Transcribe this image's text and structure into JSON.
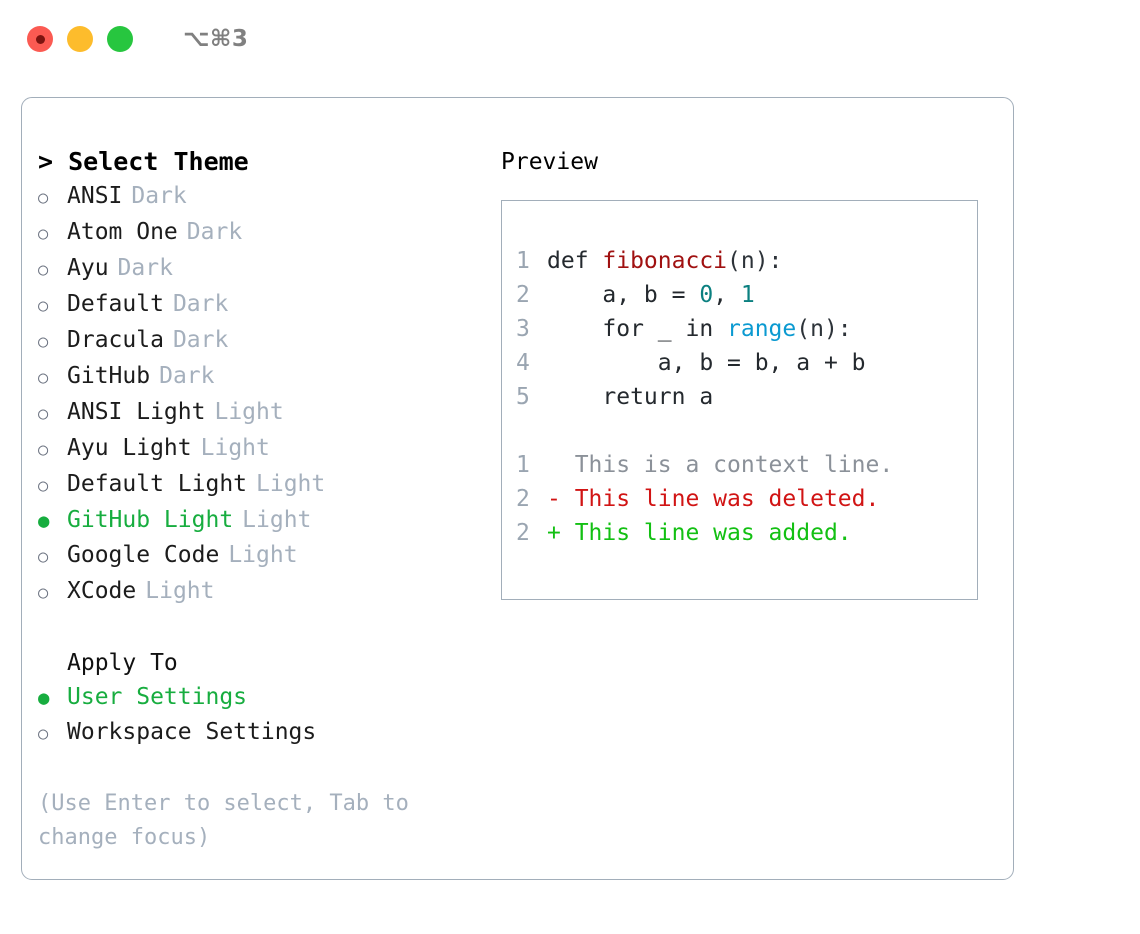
{
  "window": {
    "title": "⌥⌘3",
    "traffic_lights": [
      "close-red",
      "minimize-yellow",
      "maximize-green"
    ],
    "colors": {
      "red": "#fb5a52",
      "yellow": "#fdbc2c",
      "green": "#27c63f",
      "border": "#a2aeba",
      "accent_green": "#17ad3f",
      "muted": "#a5b0bd"
    }
  },
  "theme_picker": {
    "header": "> Select Theme",
    "marker_on": "●",
    "marker_off": "○",
    "items": [
      {
        "name": "ANSI",
        "category": "Dark",
        "selected": false
      },
      {
        "name": "Atom One",
        "category": "Dark",
        "selected": false
      },
      {
        "name": "Ayu",
        "category": "Dark",
        "selected": false
      },
      {
        "name": "Default",
        "category": "Dark",
        "selected": false
      },
      {
        "name": "Dracula",
        "category": "Dark",
        "selected": false
      },
      {
        "name": "GitHub",
        "category": "Dark",
        "selected": false
      },
      {
        "name": "ANSI Light",
        "category": "Light",
        "selected": false
      },
      {
        "name": "Ayu Light",
        "category": "Light",
        "selected": false
      },
      {
        "name": "Default Light",
        "category": "Light",
        "selected": false
      },
      {
        "name": "GitHub Light",
        "category": "Light",
        "selected": true
      },
      {
        "name": "Google Code",
        "category": "Light",
        "selected": false
      },
      {
        "name": "XCode",
        "category": "Light",
        "selected": false
      }
    ]
  },
  "apply_to": {
    "header": "Apply To",
    "items": [
      {
        "name": "User Settings",
        "selected": true
      },
      {
        "name": "Workspace Settings",
        "selected": false
      }
    ]
  },
  "hint": "(Use Enter to select, Tab to change focus)",
  "preview": {
    "title": "Preview",
    "code": [
      {
        "ln": "1",
        "tokens": [
          {
            "t": "def ",
            "c": "tok-def"
          },
          {
            "t": "fibonacci",
            "c": "tok-fn"
          },
          {
            "t": "(n):",
            "c": "tok-punct"
          }
        ]
      },
      {
        "ln": "2",
        "tokens": [
          {
            "t": "    a, b = ",
            "c": "tok-def"
          },
          {
            "t": "0",
            "c": "tok-num"
          },
          {
            "t": ", ",
            "c": "tok-def"
          },
          {
            "t": "1",
            "c": "tok-num"
          }
        ]
      },
      {
        "ln": "3",
        "tokens": [
          {
            "t": "    for _ in ",
            "c": "tok-def"
          },
          {
            "t": "range",
            "c": "tok-call"
          },
          {
            "t": "(n):",
            "c": "tok-punct"
          }
        ]
      },
      {
        "ln": "4",
        "tokens": [
          {
            "t": "        a, b = b, a + b",
            "c": "tok-def"
          }
        ]
      },
      {
        "ln": "5",
        "tokens": [
          {
            "t": "    return a",
            "c": "tok-def"
          }
        ]
      }
    ],
    "diff": [
      {
        "ln": "1",
        "text": "  This is a context line.",
        "kind": "diff-ctx"
      },
      {
        "ln": "2",
        "text": "- This line was deleted.",
        "kind": "diff-del"
      },
      {
        "ln": "2",
        "text": "+ This line was added.",
        "kind": "diff-add"
      }
    ]
  }
}
